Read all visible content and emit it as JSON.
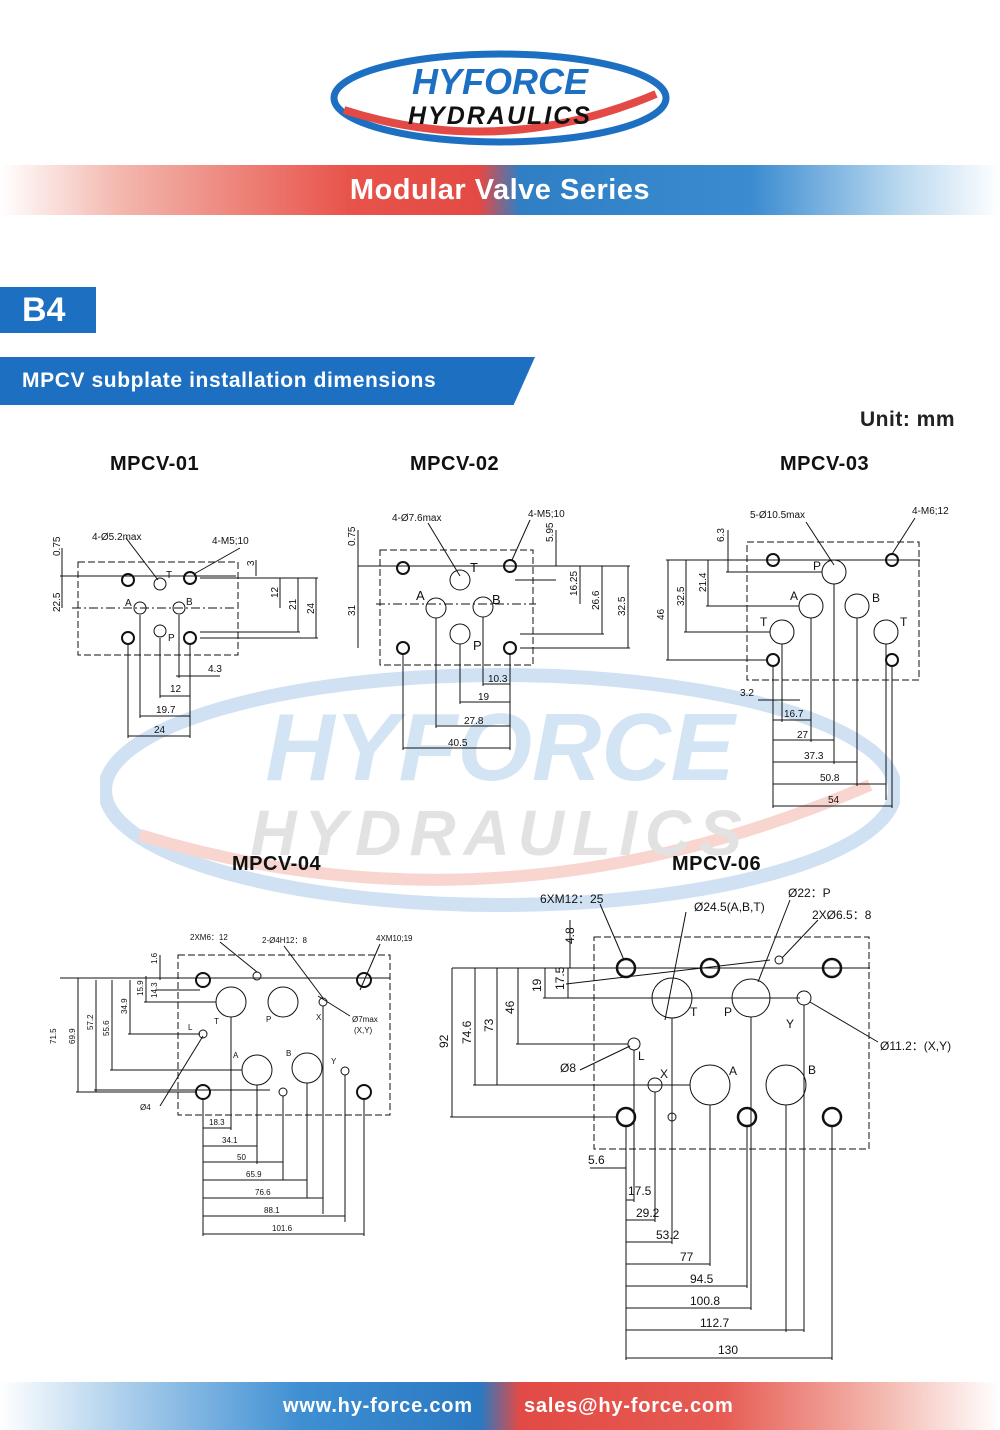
{
  "brand": {
    "line1": "HYFORCE",
    "line2": "HYDRAULICS"
  },
  "banner_title": "Modular Valve Series",
  "code": "B4",
  "section_title": "MPCV subplate installation dimensions",
  "unit": "Unit: mm",
  "models": {
    "m01": "MPCV-01",
    "m02": "MPCV-02",
    "m03": "MPCV-03",
    "m04": "MPCV-04",
    "m06": "MPCV-06"
  },
  "dims01": {
    "holes": "4-Ø5.2max",
    "thread": "4-M5;10",
    "v1": "0.75",
    "v2": "22.5",
    "v3": "3",
    "v4": "12",
    "v5": "21",
    "v6": "24",
    "h1": "4.3",
    "h2": "12",
    "h3": "19.7",
    "h4": "24",
    "pA": "A",
    "pB": "B",
    "pT": "T",
    "pP": "P"
  },
  "dims02": {
    "holes": "4-Ø7.6max",
    "thread": "4-M5;10",
    "v1": "0.75",
    "v2": "31",
    "v3": "5.95",
    "v4": "16.25",
    "v5": "26.6",
    "v6": "32.5",
    "h1": "10.3",
    "h2": "19",
    "h3": "27.8",
    "h4": "40.5",
    "pA": "A",
    "pB": "B",
    "pT": "T",
    "pP": "P"
  },
  "dims03": {
    "holes": "5-Ø10.5max",
    "thread": "4-M6;12",
    "v1": "6.3",
    "v2": "21.4",
    "v3": "32.5",
    "v4": "46",
    "h1": "3.2",
    "h2": "16.7",
    "h3": "27",
    "h4": "37.3",
    "h5": "50.8",
    "h6": "54",
    "pA": "A",
    "pB": "B",
    "pT": "T",
    "pP": "P"
  },
  "dims04": {
    "thread1": "2XM6：12",
    "pin": "2-Ø4H12：8",
    "thread2": "4XM10;19",
    "xy": "Ø7max",
    "xy2": "(X,Y)",
    "d4": "Ø4",
    "v1": "1.6",
    "v2": "14.3",
    "v3": "15.9",
    "v4": "34.9",
    "v5": "55.6",
    "v6": "57.2",
    "v7": "69.9",
    "v8": "71.5",
    "h1": "18.3",
    "h2": "34.1",
    "h3": "50",
    "h4": "65.9",
    "h5": "76.6",
    "h6": "88.1",
    "h7": "101.6",
    "pA": "A",
    "pB": "B",
    "pT": "T",
    "pP": "P",
    "pX": "X",
    "pY": "Y",
    "pL": "L"
  },
  "dims06": {
    "thread": "6XM12：25",
    "main": "Ø24.5(A,B,T)",
    "p": "Ø22：P",
    "pin": "2XØ6.5：8",
    "xy": "Ø11.2：(X,Y)",
    "d8": "Ø8",
    "v1": "4.8",
    "v2": "17.5",
    "v3": "19",
    "v4": "46",
    "v5": "73",
    "v6": "74.6",
    "v7": "92",
    "h1": "5.6",
    "h2": "17.5",
    "h3": "29.2",
    "h4": "53.2",
    "h5": "77",
    "h6": "94.5",
    "h7": "100.8",
    "h8": "112.7",
    "h9": "130",
    "pA": "A",
    "pB": "B",
    "pT": "T",
    "pP": "P",
    "pX": "X",
    "pY": "Y",
    "pL": "L"
  },
  "footer": {
    "website": "www.hy-force.com",
    "email": "sales@hy-force.com"
  },
  "colors": {
    "blue": "#1d6fc1",
    "red": "#e34a45"
  }
}
